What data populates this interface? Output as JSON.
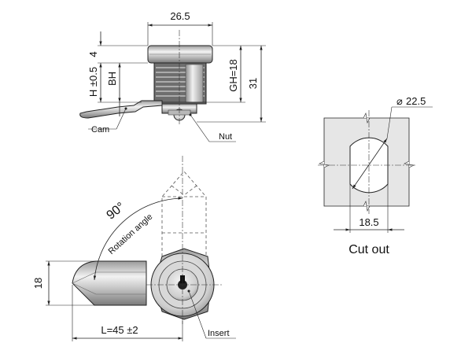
{
  "top_view": {
    "width_dim": "26.5",
    "dim_4": "4",
    "dim_h": "H ±0.5",
    "dim_bh": "BH",
    "dim_gh": "GH=18",
    "dim_31": "31",
    "callout_cam": "Cam",
    "callout_nut": "Nut"
  },
  "front_view": {
    "dim_18": "18",
    "dim_l": "L=45 ±2",
    "angle": "90°",
    "rotation_label": "Rotation angle",
    "callout_insert": "Insert"
  },
  "cutout": {
    "dim_diameter": "22.5",
    "dim_width": "18.5",
    "title": "Cut out"
  }
}
